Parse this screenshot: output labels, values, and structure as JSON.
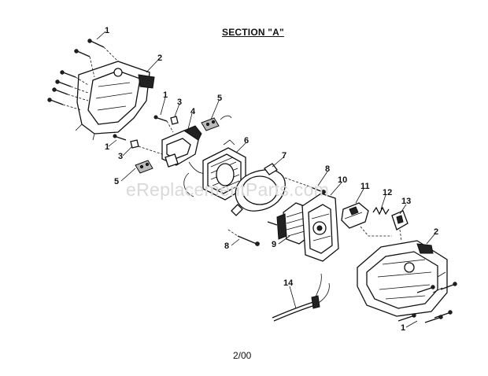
{
  "section_title": "SECTION \"A\"",
  "footer_date": "2/00",
  "watermark": "eReplacementParts.com",
  "callouts": [
    "1",
    "2",
    "1",
    "3",
    "4",
    "5",
    "6",
    "1",
    "3",
    "5",
    "7",
    "8",
    "10",
    "11",
    "12",
    "13",
    "2",
    "8",
    "9",
    "14",
    "1"
  ]
}
